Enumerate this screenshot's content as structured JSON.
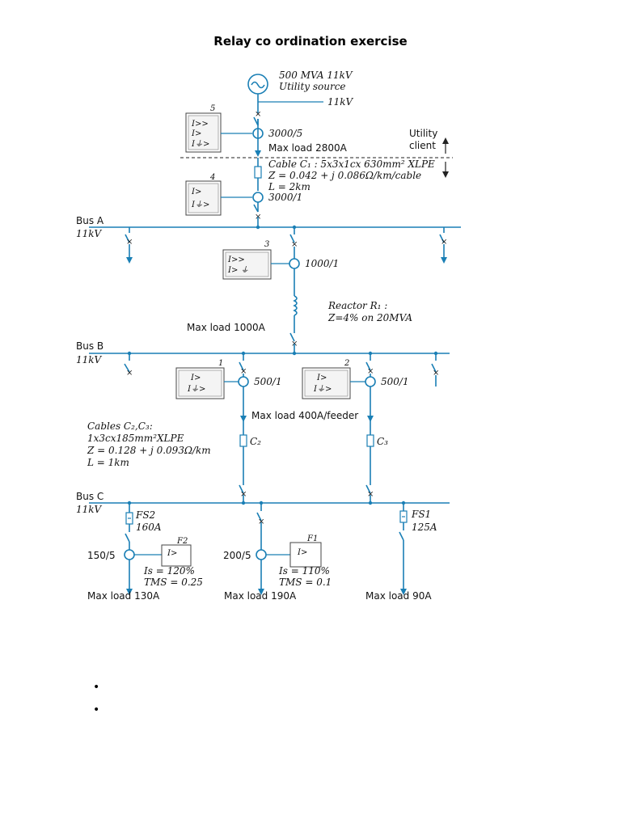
{
  "title": "Relay co ordination exercise",
  "source": {
    "rating": "500 MVA 11kV",
    "name": "Utility source",
    "voltage": "11kV"
  },
  "relay5": {
    "num": "5",
    "l1": "I>>",
    "l2": "I>",
    "l3": "I⏚>",
    "ct": "3000/5",
    "load": "Max load 2800A"
  },
  "utility_client": {
    "l1": "Utility",
    "l2": "client"
  },
  "cable_c1": {
    "l1": "Cable C₁ : 5x3x1cx 630mm² XLPE",
    "l2": "Z = 0.042 + j 0.086Ω/km/cable",
    "l3": "L = 2km"
  },
  "relay4": {
    "num": "4",
    "l1": "I>",
    "l2": "I⏚>",
    "ct": "3000/1"
  },
  "bus_a": {
    "name": "Bus A",
    "voltage": "11kV"
  },
  "relay3": {
    "num": "3",
    "l1": "I>>",
    "l2": "I>  ⏚",
    "ct": "1000/1"
  },
  "reactor": {
    "l1": "Reactor R₁ :",
    "l2": "Z=4% on 20MVA",
    "load": "Max load 1000A"
  },
  "bus_b": {
    "name": "Bus B",
    "voltage": "11kV"
  },
  "relay1": {
    "num": "1",
    "l1": "I>",
    "l2": "I⏚>",
    "ct": "500/1"
  },
  "relay2": {
    "num": "2",
    "l1": "I>",
    "l2": "I⏚>",
    "ct": "500/1"
  },
  "feeder_load": "Max load 400A/feeder",
  "cables_c2c3": {
    "l1": "Cables C₂,C₃:",
    "l2": "1x3cx185mm²XLPE",
    "l3": "Z = 0.128 + j 0.093Ω/km",
    "l4": "L = 1km",
    "c2": "C₂",
    "c3": "C₃"
  },
  "bus_c": {
    "name": "Bus C",
    "voltage": "11kV"
  },
  "fs2": {
    "name": "FS2",
    "rating": "160A"
  },
  "fs1": {
    "name": "FS1",
    "rating": "125A"
  },
  "relay_f2": {
    "name": "F2",
    "label": "I>",
    "ct": "150/5",
    "is": "Is = 120%",
    "tms": "TMS = 0.25",
    "load": "Max load 130A"
  },
  "relay_f1": {
    "name": "F1",
    "label": "I>",
    "ct": "200/5",
    "is": "Is = 110%",
    "tms": "TMS = 0.1",
    "load": "Max load 190A"
  },
  "feeder_fs1_load": "Max load 90A",
  "bullets": [
    "",
    ""
  ]
}
